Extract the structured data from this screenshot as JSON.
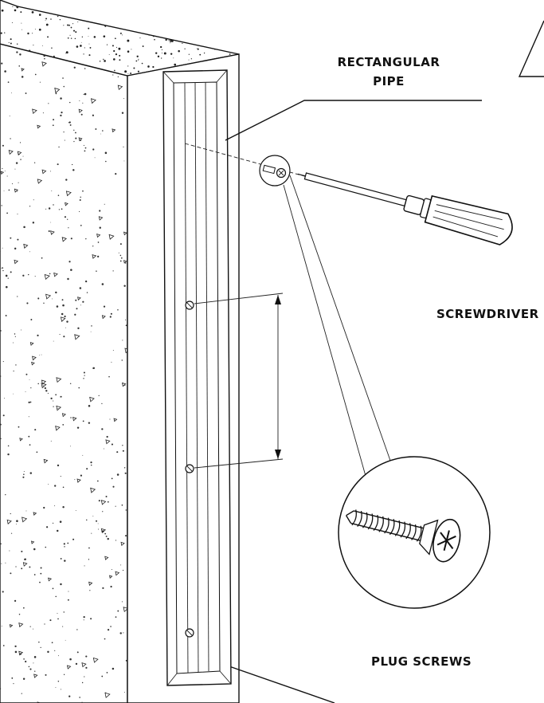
{
  "labels": {
    "rectangular_pipe_line1": "RECTANGULAR",
    "rectangular_pipe_line2": "PIPE",
    "screwdriver": "SCREWDRIVER",
    "plug_screws": "PLUG SCREWS"
  },
  "colors": {
    "ink": "#111111",
    "background": "#ffffff"
  }
}
